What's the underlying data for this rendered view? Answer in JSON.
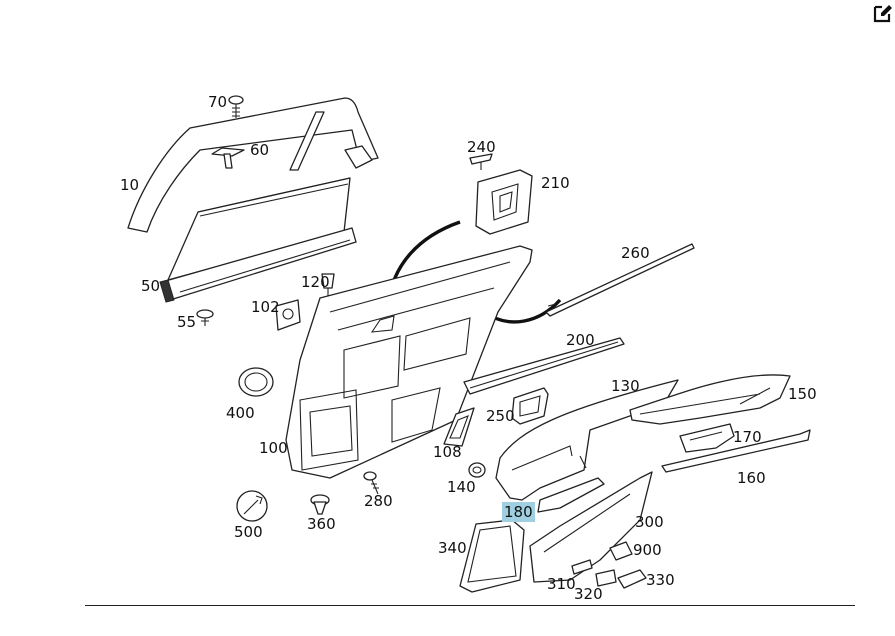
{
  "toolbar": {
    "edit_icon": "edit-icon"
  },
  "callouts": [
    {
      "id": "10",
      "text": "10"
    },
    {
      "id": "50",
      "text": "50"
    },
    {
      "id": "55",
      "text": "55"
    },
    {
      "id": "60",
      "text": "60"
    },
    {
      "id": "70",
      "text": "70"
    },
    {
      "id": "100",
      "text": "100"
    },
    {
      "id": "102",
      "text": "102"
    },
    {
      "id": "108",
      "text": "108"
    },
    {
      "id": "120",
      "text": "120"
    },
    {
      "id": "130",
      "text": "130"
    },
    {
      "id": "140",
      "text": "140"
    },
    {
      "id": "150",
      "text": "150"
    },
    {
      "id": "160",
      "text": "160"
    },
    {
      "id": "170",
      "text": "170"
    },
    {
      "id": "180",
      "text": "180",
      "highlighted": true,
      "highlight_color": "#9fcfe0"
    },
    {
      "id": "200",
      "text": "200"
    },
    {
      "id": "210",
      "text": "210"
    },
    {
      "id": "240",
      "text": "240"
    },
    {
      "id": "250",
      "text": "250"
    },
    {
      "id": "260",
      "text": "260"
    },
    {
      "id": "280",
      "text": "280"
    },
    {
      "id": "300",
      "text": "300"
    },
    {
      "id": "310",
      "text": "310"
    },
    {
      "id": "320",
      "text": "320"
    },
    {
      "id": "330",
      "text": "330"
    },
    {
      "id": "340",
      "text": "340"
    },
    {
      "id": "360",
      "text": "360"
    },
    {
      "id": "400",
      "text": "400"
    },
    {
      "id": "500",
      "text": "500"
    },
    {
      "id": "900",
      "text": "900"
    }
  ]
}
